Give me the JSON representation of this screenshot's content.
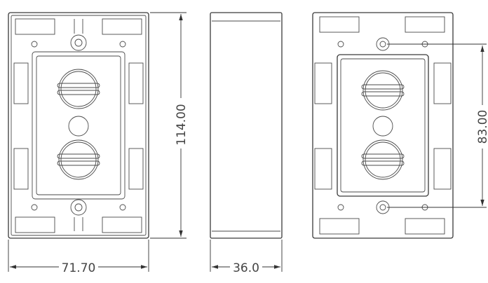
{
  "dimensions": {
    "front_width": "71.70",
    "front_height": "114.00",
    "side_depth": "36.0",
    "rear_hole_spacing": "83.00"
  },
  "colors": {
    "line": "#3a3a3a",
    "background": "#ffffff"
  }
}
